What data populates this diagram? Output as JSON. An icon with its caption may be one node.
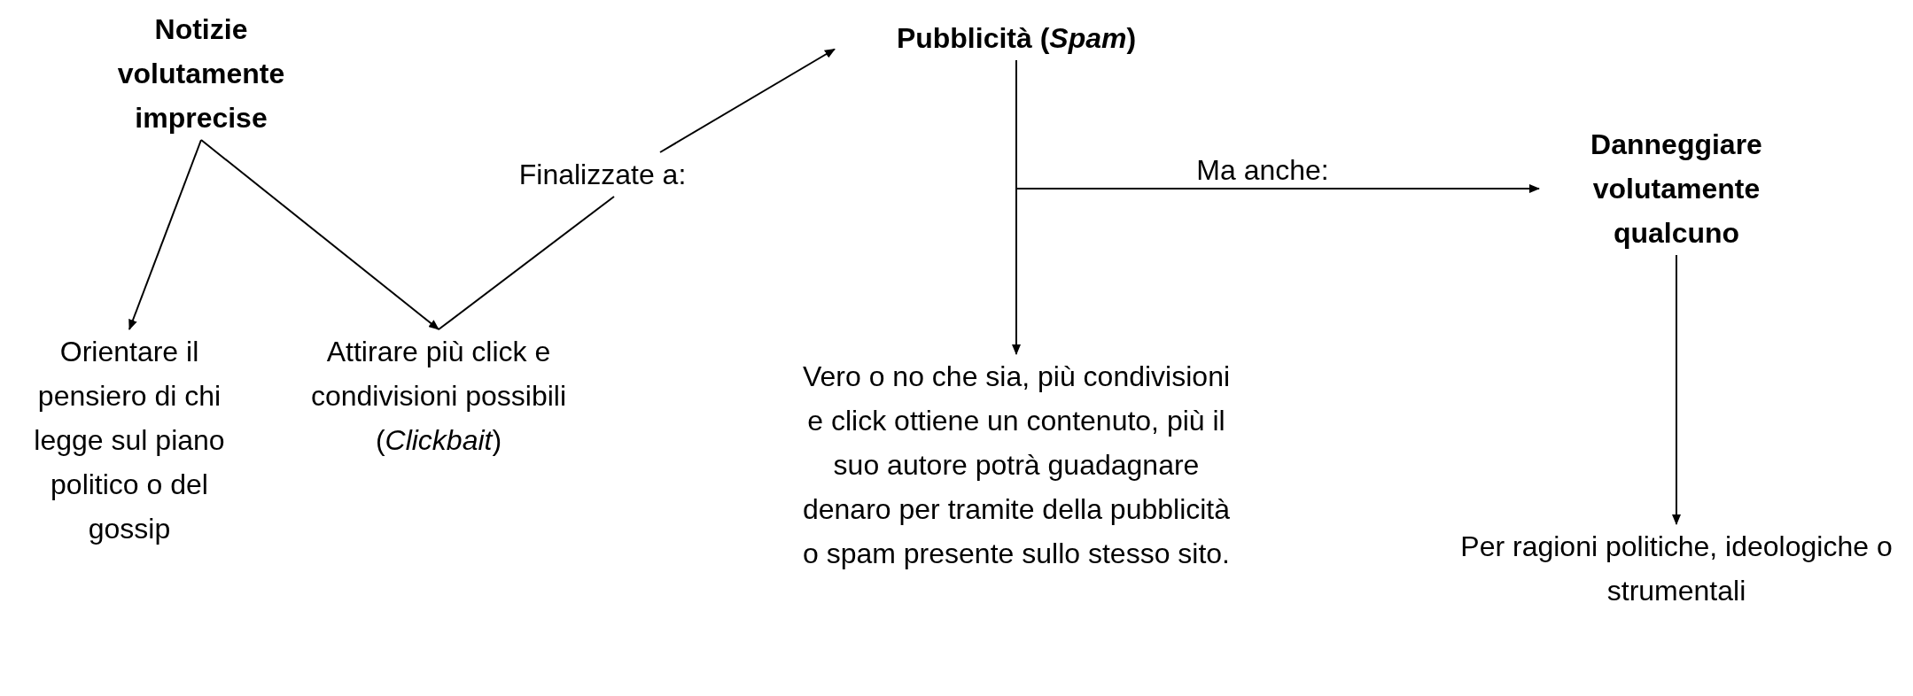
{
  "diagram": {
    "nodes": [
      {
        "text": [
          "Notizie volutamente imprecise"
        ]
      },
      {
        "text": [
          "Orientare il pensiero di chi legge sul piano politico o del gossip"
        ]
      },
      {
        "text": [
          "Attirare più click e condivisioni possibili (*Clickbait*)"
        ]
      },
      {
        "text": [
          "Finalizzate a:"
        ]
      },
      {
        "text": [
          "Pubblicità (*Spam*)"
        ]
      },
      {
        "text": [
          "Vero o no che sia, più condivisioni e click ottiene un contenuto, più il suo autore potrà guadagnare denaro per tramite della pubblicità o spam presente sullo stesso sito."
        ]
      },
      {
        "text": [
          "Danneggiare volutamente qualcuno"
        ]
      },
      {
        "text": [
          "Per ragioni politiche, ideologiche o strumentali"
        ]
      }
    ],
    "edges": [
      {
        "from": 0,
        "to": 1,
        "arrow": "to"
      },
      {
        "from": 0,
        "to": 2,
        "arrow": "to"
      },
      {
        "from": 2,
        "to": 3,
        "arrow": "none"
      },
      {
        "from": 3,
        "to": 4,
        "arrow": "to"
      },
      {
        "from": 4,
        "to": 5,
        "arrow": "to"
      },
      {
        "from": 4,
        "to": 6,
        "arrow": "to",
        "label": "Ma anche:"
      },
      {
        "from": 6,
        "to": 7,
        "arrow": "to"
      }
    ]
  }
}
